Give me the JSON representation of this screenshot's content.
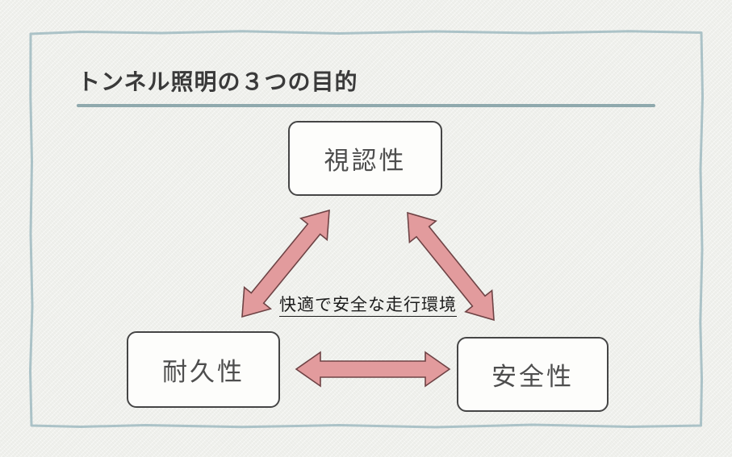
{
  "slide": {
    "title": "トンネル照明の３つの目的",
    "colors": {
      "background": "#eff0ec",
      "frame_border": "#abc2c7",
      "title_text": "#3a3a3a",
      "title_accent_line": "#8fa9ad",
      "box_border": "#454545",
      "box_fill": "#fdfdfb",
      "box_text": "#4e4e4e",
      "arrow_fill": "#e29b9d",
      "arrow_outline": "#6e4345",
      "center_text": "#1c1c1c"
    }
  },
  "diagram": {
    "nodes": [
      {
        "id": "visibility",
        "label": "視認性"
      },
      {
        "id": "durability",
        "label": "耐久性"
      },
      {
        "id": "safety",
        "label": "安全性"
      }
    ],
    "center_label": "快適で安全な走行環境",
    "connections": [
      {
        "from": "visibility",
        "to": "durability",
        "type": "double-arrow"
      },
      {
        "from": "visibility",
        "to": "safety",
        "type": "double-arrow"
      },
      {
        "from": "durability",
        "to": "safety",
        "type": "double-arrow"
      }
    ]
  }
}
